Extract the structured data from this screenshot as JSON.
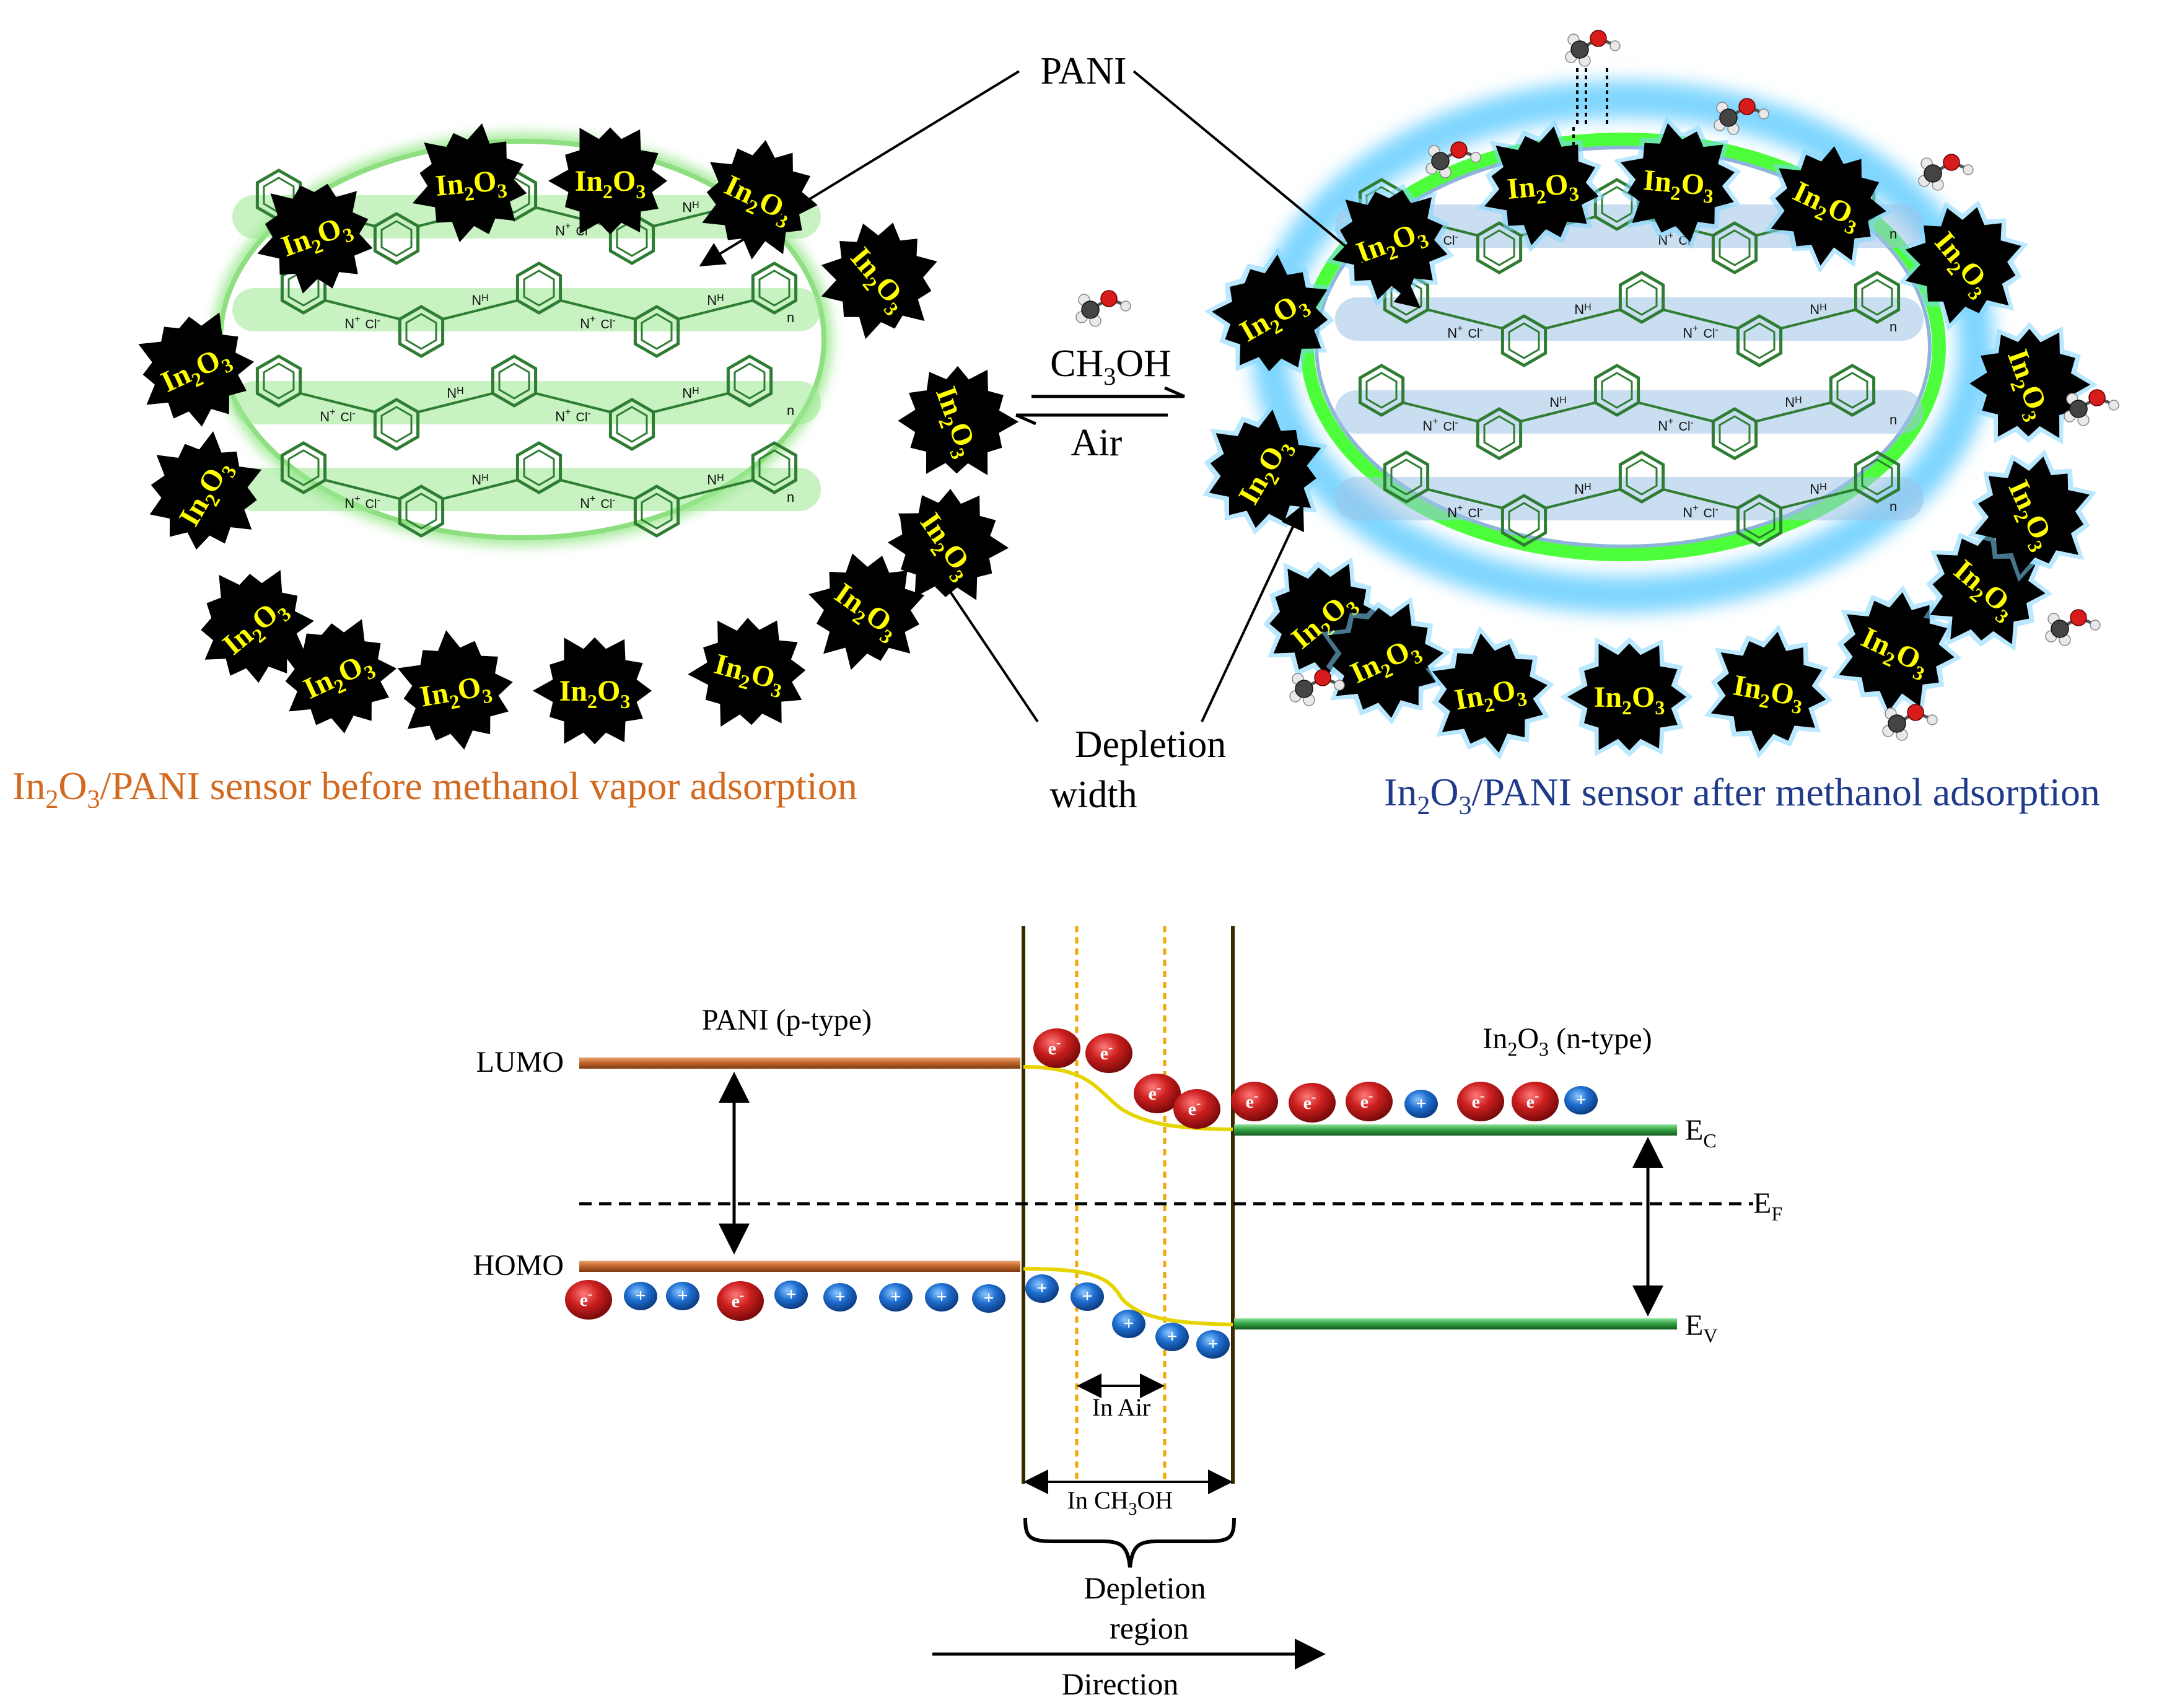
{
  "colors": {
    "pani_green": "#2e7d32",
    "glow_green": "#9be88f",
    "bright_green": "#4cff3a",
    "blue_glow": "#7fd6ff",
    "in2o3_text": "#ffff00",
    "caption_before": "#d2691e",
    "caption_after": "#1f3a8a",
    "homo_lumo_bar": "#c0632a",
    "band_green": "#2e9e3e",
    "electron_red": "#cc1f1f",
    "hole_blue": "#1f6fd1",
    "depletion_orange": "#f2a900"
  },
  "icons": {
    "in2o3_particle": "black-starburst-icon",
    "methanol_molecule": "ball-and-stick-molecule-icon",
    "electron": "red-ellipse-electron-icon",
    "hole": "blue-ellipse-hole-icon"
  },
  "top": {
    "pani_label": "PANI",
    "in2o3": {
      "base": "In",
      "sub1": "2",
      "o": "O",
      "sub2": "3"
    },
    "reaction": {
      "forward": {
        "pre": "CH",
        "sub": "3",
        "post": "OH"
      },
      "reverse": "Air"
    },
    "depletion_label": [
      "Depletion",
      "width"
    ],
    "caption_before": {
      "pre": "In",
      "sub1": "2",
      "mid": "O",
      "sub2": "3",
      "post": "/PANI sensor before methanol vapor adsorption"
    },
    "caption_after": {
      "pre": "In",
      "sub1": "2",
      "mid": "O",
      "sub2": "3",
      "post": "/PANI sensor after methanol adsorption"
    },
    "chem": {
      "nh": "N",
      "h": "H",
      "nplus": "N",
      "plus": "+",
      "cl": "Cl",
      "minus": "-",
      "n_sub": "n"
    }
  },
  "bottom": {
    "lumo": "LUMO",
    "homo": "HOMO",
    "pani_label": "PANI (p-type)",
    "in2o3_label": {
      "pre": "In",
      "sub1": "2",
      "mid": "O",
      "sub2": "3",
      "post": " (n-type)"
    },
    "ec": {
      "base": "E",
      "sub": "C"
    },
    "ef": {
      "base": "E",
      "sub": "F"
    },
    "ev": {
      "base": "E",
      "sub": "V"
    },
    "in_air": "In Air",
    "in_ch3oh": {
      "pre": "In CH",
      "sub": "3",
      "post": "OH"
    },
    "depletion_region": [
      "Depletion",
      "region"
    ],
    "direction": "Direction",
    "electron_symbol": "e",
    "electron_charge": "-",
    "hole_symbol": "+"
  }
}
